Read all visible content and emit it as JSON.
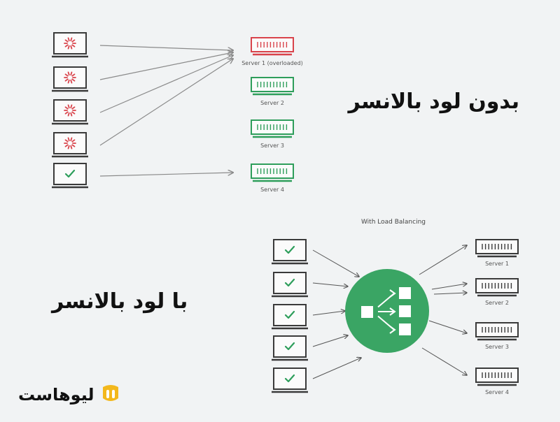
{
  "top": {
    "title": "بدون لود بالانسر",
    "servers": [
      {
        "label": "Server 1 (overloaded)",
        "state": "overloaded"
      },
      {
        "label": "Server 2",
        "state": "ok"
      },
      {
        "label": "Server 3",
        "state": "ok"
      },
      {
        "label": "Server 4",
        "state": "ok"
      }
    ],
    "clients": [
      {
        "state": "loading",
        "target": 0
      },
      {
        "state": "loading",
        "target": 0
      },
      {
        "state": "loading",
        "target": 0
      },
      {
        "state": "loading",
        "target": 0
      },
      {
        "state": "ok",
        "target": 3
      }
    ]
  },
  "bottom": {
    "title": "با لود بالانسر",
    "heading": "With Load Balancing",
    "servers": [
      {
        "label": "Server 1"
      },
      {
        "label": "Server 2"
      },
      {
        "label": "Server 3"
      },
      {
        "label": "Server 4"
      }
    ],
    "clients": [
      {
        "state": "ok"
      },
      {
        "state": "ok"
      },
      {
        "state": "ok"
      },
      {
        "state": "ok"
      },
      {
        "state": "ok"
      }
    ]
  },
  "brand": {
    "name": "لیوهاست",
    "logo_icon": "brand-logo-icon"
  },
  "colors": {
    "green": "#2e9e5b",
    "hub": "#3aa564",
    "red": "#d9434b",
    "dark": "#3a3a3a",
    "arrow": "#8a8a8a",
    "logo_yellow": "#f3b81c"
  }
}
